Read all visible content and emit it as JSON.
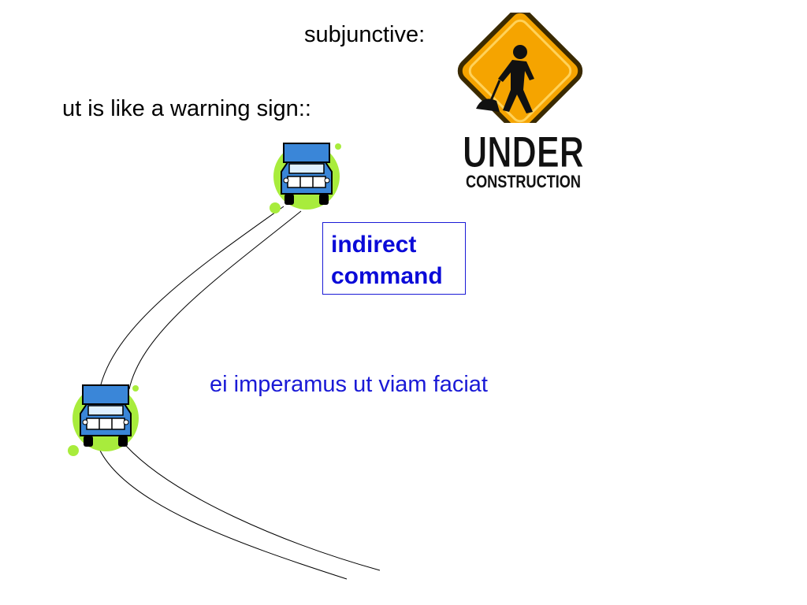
{
  "slide": {
    "title": "subjunctive:",
    "subtitle": "ut is like a warning sign::",
    "command_box": {
      "line1": "indirect",
      "line2": "command"
    },
    "example": "ei imperamus ut viam faciat"
  },
  "sign": {
    "line1": "UNDER",
    "line2": "CONSTRUCTION"
  },
  "colors": {
    "text_blue": "#0a0ad8",
    "box_border": "#1a1ad6",
    "sign_orange": "#f5a400",
    "truck_blue": "#3a86d8",
    "blob_green": "#a8ec3c"
  },
  "icons": [
    "truck-icon",
    "worker-shoveling-icon"
  ]
}
